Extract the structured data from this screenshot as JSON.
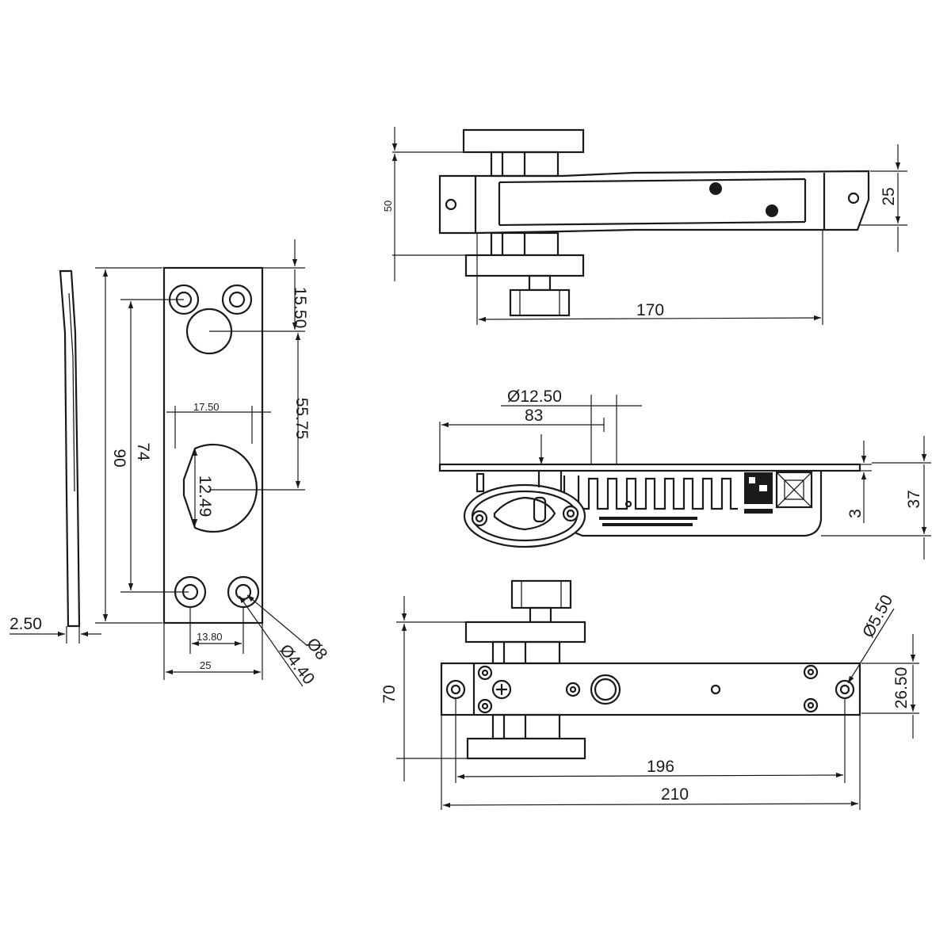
{
  "drawing": {
    "front_plate": {
      "thickness": "2.50",
      "height": "90",
      "hole_pitch": "74",
      "top_offset": "15.50",
      "cam_offset": "55.75",
      "cam_width": "17.50",
      "cam_height": "12.49",
      "hole_spacing": "13.80",
      "plate_width": "25",
      "outer_diameter": "Ø8",
      "hole_diameter": "Ø4.40"
    },
    "top_view": {
      "height": "50",
      "bar_width": "25",
      "length": "170"
    },
    "side_view": {
      "bore_diameter": "Ø12.50",
      "backset": "83",
      "plate_thickness": "3",
      "body_depth": "37"
    },
    "bottom_view": {
      "height": "70",
      "bar_width": "26.50",
      "hole_diameter": "Ø5.50",
      "hole_pitch": "196",
      "total_length": "210"
    }
  }
}
